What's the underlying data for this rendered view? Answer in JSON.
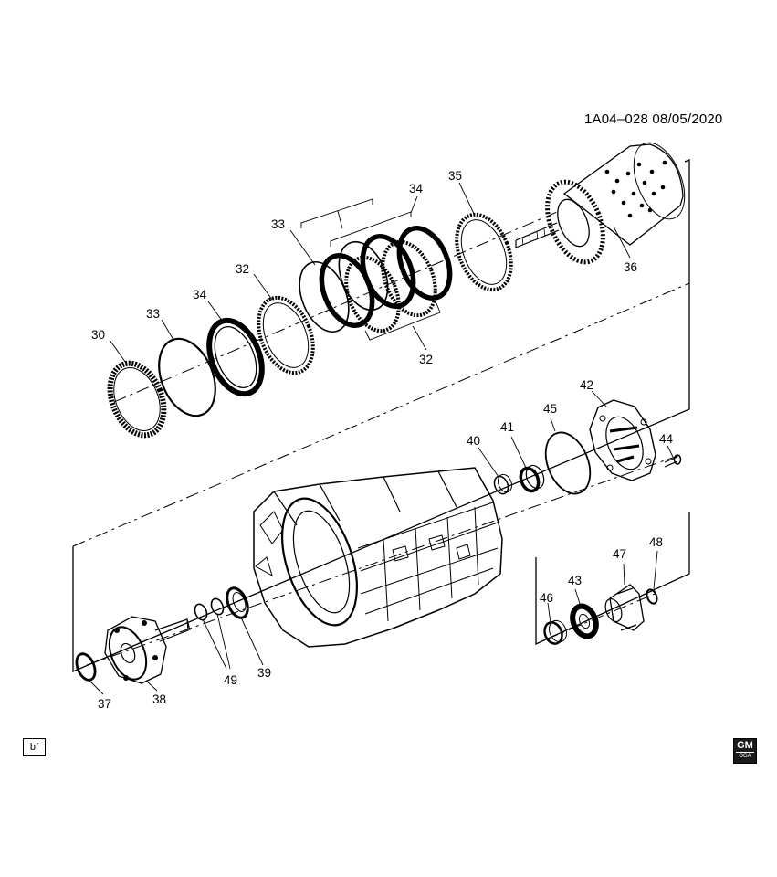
{
  "header": {
    "doc_id": "1A04–028  08/05/2020"
  },
  "callouts": [
    {
      "id": "c30",
      "text": "30"
    },
    {
      "id": "c33a",
      "text": "33"
    },
    {
      "id": "c34a",
      "text": "34"
    },
    {
      "id": "c32a",
      "text": "32"
    },
    {
      "id": "c33b",
      "text": "33"
    },
    {
      "id": "c34b",
      "text": "34"
    },
    {
      "id": "c35",
      "text": "35"
    },
    {
      "id": "c36",
      "text": "36"
    },
    {
      "id": "c32b",
      "text": "32"
    },
    {
      "id": "c40",
      "text": "40"
    },
    {
      "id": "c41",
      "text": "41"
    },
    {
      "id": "c45",
      "text": "45"
    },
    {
      "id": "c42",
      "text": "42"
    },
    {
      "id": "c44",
      "text": "44"
    },
    {
      "id": "c47",
      "text": "47"
    },
    {
      "id": "c48",
      "text": "48"
    },
    {
      "id": "c43",
      "text": "43"
    },
    {
      "id": "c46",
      "text": "46"
    },
    {
      "id": "c49",
      "text": "49"
    },
    {
      "id": "c39",
      "text": "39"
    },
    {
      "id": "c37",
      "text": "37"
    },
    {
      "id": "c38",
      "text": "38"
    }
  ],
  "footer": {
    "left_tag": "bf",
    "logo_text": "GM",
    "logo_subtext": "OGA"
  }
}
